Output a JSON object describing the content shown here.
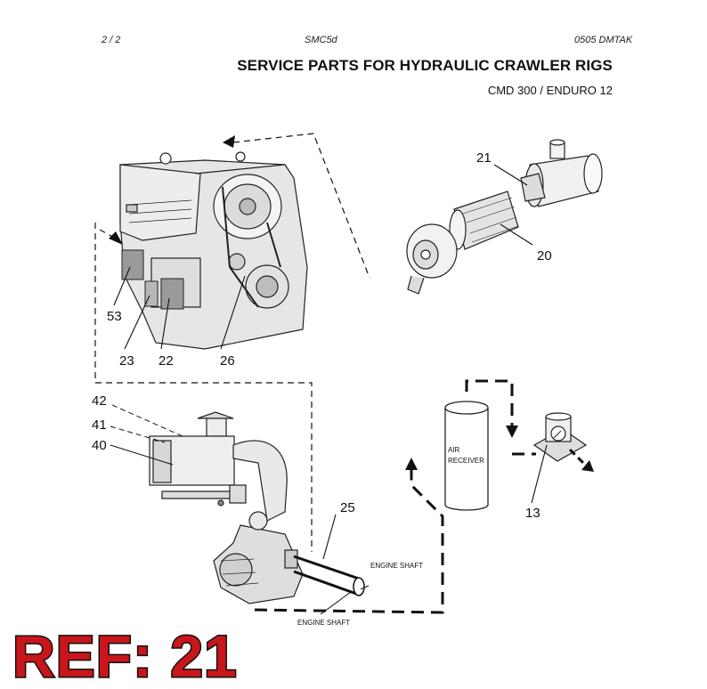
{
  "header": {
    "page": "2 /   2",
    "doc_code": "SMC5d",
    "revision": "0505   DMTAK"
  },
  "title": "SERVICE PARTS FOR HYDRAULIC CRAWLER RIGS",
  "subtitle": "CMD 300 / ENDURO 12",
  "callouts": {
    "p21": "21",
    "p20": "20",
    "p53": "53",
    "p23": "23",
    "p22": "22",
    "p26": "26",
    "p42": "42",
    "p41": "41",
    "p40": "40",
    "p25": "25",
    "p13": "13"
  },
  "labels": {
    "air_receiver_line1": "AIR",
    "air_receiver_line2": "RECEIVER",
    "engine_shaft_upper": "ENGINE SHAFT",
    "engine_shaft_lower": "ENGINE SHAFT"
  },
  "reference": "REF: 21"
}
